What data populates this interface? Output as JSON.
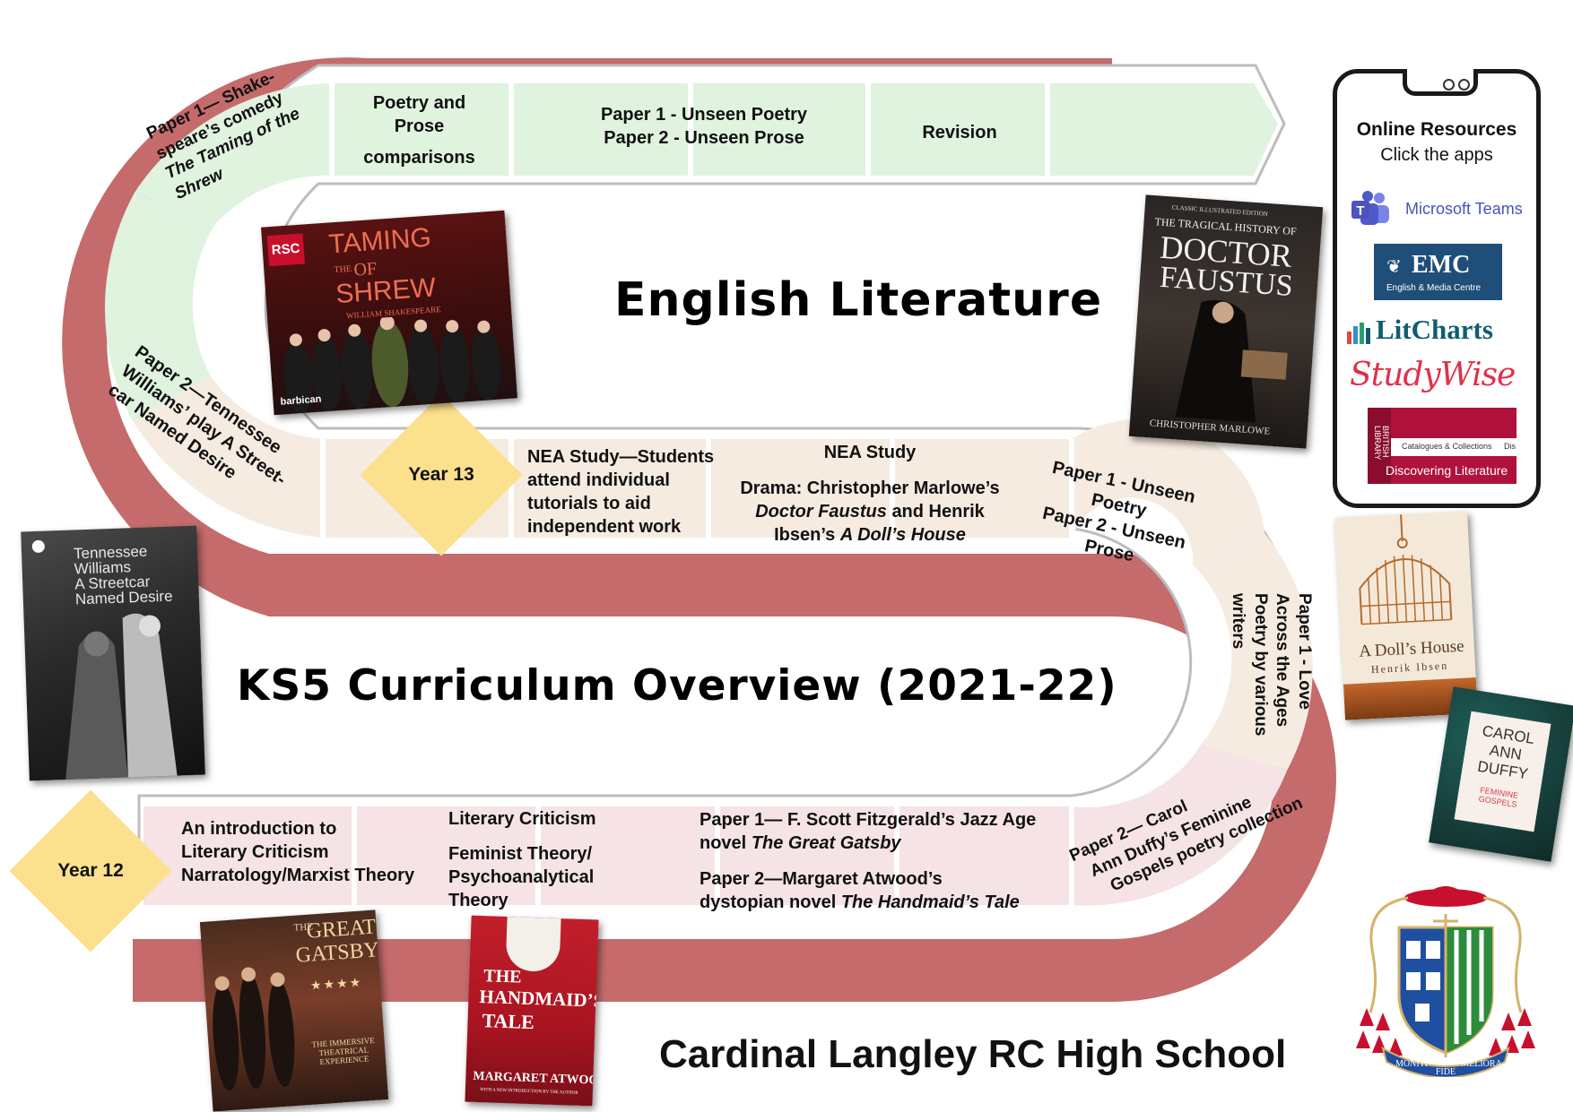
{
  "titles": {
    "english_literature": "English Literature",
    "ks5_overview": "KS5 Curriculum Overview (2021-22)",
    "school_name": "Cardinal Langley RC High School"
  },
  "year_markers": {
    "year13": "Year 13",
    "year12": "Year 12"
  },
  "top_lane": {
    "shrew": [
      "Paper 1— Shake-",
      "speare’s comedy",
      "The Taming of the",
      "Shrew"
    ],
    "poetry_prose": [
      "Poetry and",
      "Prose",
      "comparisons"
    ],
    "unseen": [
      "Paper 1 - Unseen Poetry",
      "Paper 2 - Unseen Prose"
    ],
    "revision": "Revision"
  },
  "middle_lane": {
    "streetcar": [
      "Paper 2—Tennessee",
      "Williams’ play A Street-",
      "car Named Desire"
    ],
    "nea_students": [
      "NEA Study—Students",
      "attend individual",
      "tutorials to aid",
      "independent work"
    ],
    "nea_heading": "NEA Study",
    "nea_drama": [
      "Drama: Christopher Marlowe’s",
      "Doctor Faustus",
      "and Henrik",
      "Ibsen’s",
      "A Doll’s House"
    ],
    "unseen_right": [
      "Paper 1 - Unseen",
      "Poetry",
      "Paper 2 - Unseen",
      "Prose"
    ],
    "love_poetry": [
      "Paper 1 - Love",
      "Across the Ages",
      "Poetry by various",
      "writers"
    ]
  },
  "bottom_lane": {
    "intro": [
      "An introduction to",
      "Literary Criticism",
      "Narratology/Marxist Theory"
    ],
    "criticism_heading": "Literary Criticism",
    "criticism": [
      "Feminist Theory/",
      "Psychoanalytical",
      "Theory"
    ],
    "gatsby": [
      "Paper 1— F. Scott Fitzgerald’s Jazz Age",
      "novel",
      "The Great Gatsby"
    ],
    "handmaid": [
      "Paper 2—Margaret Atwood’s",
      "dystopian novel",
      "The Handmaid’s Tale"
    ],
    "duffy": [
      "Paper 2— Carol",
      "Ann Duffy’s Feminine",
      "Gospels poetry collection"
    ]
  },
  "online_resources": {
    "heading": "Online Resources",
    "subheading": "Click the apps",
    "apps": {
      "teams": "Microsoft Teams",
      "emc": "EMC",
      "emc_sub": "English & Media Centre",
      "litcharts": "LitCharts",
      "studywise": "StudyWise",
      "bl_library": "LIBRARY",
      "bl_british": "BRITISH",
      "bl_catalogues": "Catalogues & Collections",
      "bl_dis": "Dis",
      "bl_discovering": "Discovering Literature"
    }
  },
  "book_covers": {
    "shrew": {
      "rsc": "RSC",
      "title": "TAMING",
      "the": "THE",
      "of": "OF",
      "shrew": "SHREW",
      "author": "WILLIAM SHAKESPEARE",
      "venue": "barbican"
    },
    "faustus": {
      "top": "CLASSIC ILLUSTRATED EDITION",
      "title1": "THE TRAGICAL HISTORY OF",
      "title2": "DOCTOR",
      "title3": "FAUSTUS",
      "author": "CHRISTOPHER MARLOWE"
    },
    "streetcar": {
      "author": "Tennessee Williams",
      "title": "A Streetcar Named Desire"
    },
    "dolls_house": {
      "title": "A Doll’s House",
      "author": "Henrik Ibsen"
    },
    "duffy": {
      "author1": "CAROL",
      "author2": "ANN",
      "author3": "DUFFY",
      "title": "FEMININE GOSPELS"
    },
    "gatsby": {
      "title1": "THE",
      "title2": "GREAT",
      "title3": "GATSBY",
      "stars": "★★★★",
      "sub": "THE IMMERSIVE THEATRICAL EXPERIENCE"
    },
    "handmaid": {
      "title1": "THE",
      "title2": "HANDMAID’S",
      "title3": "TALE",
      "author": "MARGARET ATWOOD",
      "sub": "WITH A NEW INTRODUCTION BY THE AUTHOR"
    }
  },
  "crest": {
    "motto1": "MONITI",
    "motto2": "FIDE",
    "motto3": "MELIORA"
  },
  "colors": {
    "road_edge": "#c06a6a",
    "lane_top": "#dff3df",
    "lane_mid": "#f5ebe1",
    "lane_bottom": "#f5e3e5",
    "diamond": "#fbe08e"
  }
}
